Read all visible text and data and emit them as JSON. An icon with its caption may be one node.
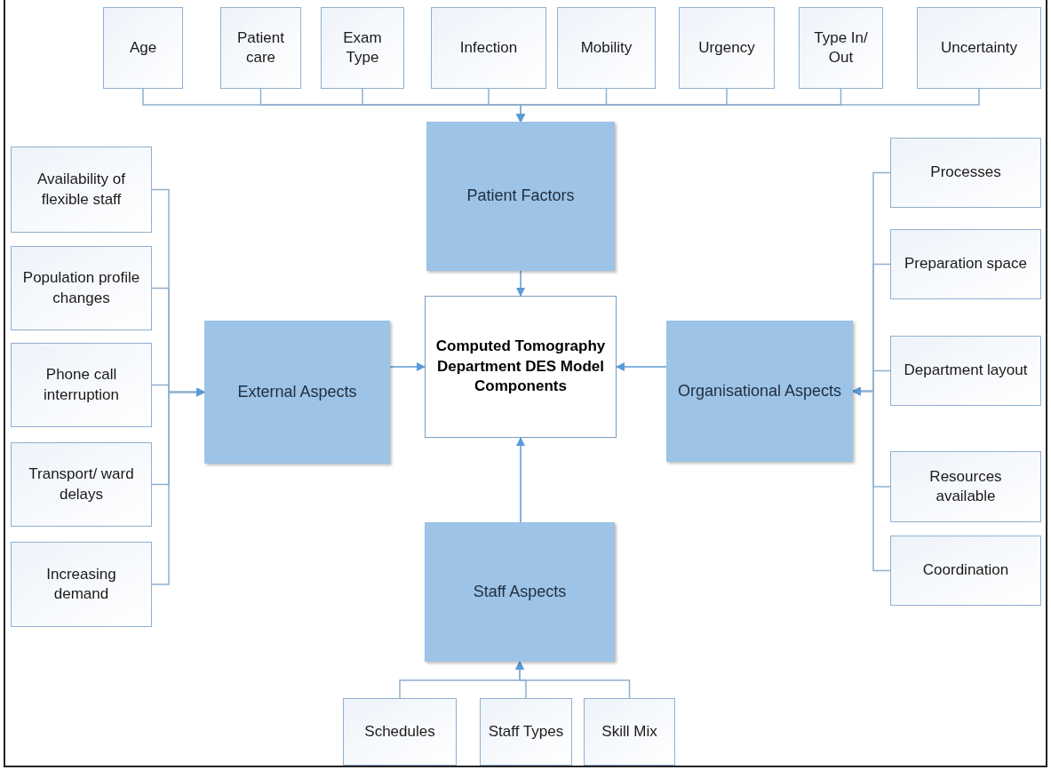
{
  "diagram": {
    "nodes": [
      {
        "text": [
          "Age"
        ]
      },
      {
        "text": [
          "Patient care"
        ]
      },
      {
        "text": [
          "Exam Type"
        ]
      },
      {
        "text": [
          "Infection"
        ]
      },
      {
        "text": [
          "Mobility"
        ]
      },
      {
        "text": [
          "Urgency"
        ]
      },
      {
        "text": [
          "Type In/ Out"
        ]
      },
      {
        "text": [
          "Uncertainty"
        ]
      },
      {
        "text": [
          "Patient Factors"
        ]
      },
      {
        "text": [
          "Availability of flexible staff"
        ]
      },
      {
        "text": [
          "Population profile changes"
        ]
      },
      {
        "text": [
          "Phone call interruption"
        ]
      },
      {
        "text": [
          "Transport/ ward delays"
        ]
      },
      {
        "text": [
          "Increasing demand"
        ]
      },
      {
        "text": [
          "External Aspects"
        ]
      },
      {
        "text": [
          "Computed Tomography Department DES Model Components"
        ]
      },
      {
        "text": [
          "Organisational Aspects"
        ]
      },
      {
        "text": [
          "Processes"
        ]
      },
      {
        "text": [
          "Preparation space"
        ]
      },
      {
        "text": [
          "Department layout"
        ]
      },
      {
        "text": [
          "Resources available"
        ]
      },
      {
        "text": [
          "Coordination"
        ]
      },
      {
        "text": [
          "Staff Aspects"
        ]
      },
      {
        "text": [
          "Schedules"
        ]
      },
      {
        "text": [
          "Staff Types"
        ]
      },
      {
        "text": [
          "Skill Mix"
        ]
      }
    ],
    "edges": [
      {
        "from": 0,
        "to": 8,
        "arrow": "to"
      },
      {
        "from": 1,
        "to": 8,
        "arrow": "to"
      },
      {
        "from": 2,
        "to": 8,
        "arrow": "to"
      },
      {
        "from": 3,
        "to": 8,
        "arrow": "to"
      },
      {
        "from": 4,
        "to": 8,
        "arrow": "to"
      },
      {
        "from": 5,
        "to": 8,
        "arrow": "to"
      },
      {
        "from": 6,
        "to": 8,
        "arrow": "to"
      },
      {
        "from": 7,
        "to": 8,
        "arrow": "to"
      },
      {
        "from": 8,
        "to": 15,
        "arrow": "to"
      },
      {
        "from": 9,
        "to": 14,
        "arrow": "to"
      },
      {
        "from": 10,
        "to": 14,
        "arrow": "to"
      },
      {
        "from": 11,
        "to": 14,
        "arrow": "to"
      },
      {
        "from": 12,
        "to": 14,
        "arrow": "to"
      },
      {
        "from": 13,
        "to": 14,
        "arrow": "to"
      },
      {
        "from": 14,
        "to": 15,
        "arrow": "to"
      },
      {
        "from": 16,
        "to": 15,
        "arrow": "to"
      },
      {
        "from": 17,
        "to": 16,
        "arrow": "to"
      },
      {
        "from": 18,
        "to": 16,
        "arrow": "to"
      },
      {
        "from": 19,
        "to": 16,
        "arrow": "to"
      },
      {
        "from": 20,
        "to": 16,
        "arrow": "to"
      },
      {
        "from": 21,
        "to": 16,
        "arrow": "to"
      },
      {
        "from": 22,
        "to": 15,
        "arrow": "to"
      },
      {
        "from": 23,
        "to": 22,
        "arrow": "to"
      },
      {
        "from": 24,
        "to": 22,
        "arrow": "to"
      },
      {
        "from": 25,
        "to": 22,
        "arrow": "to"
      }
    ]
  }
}
